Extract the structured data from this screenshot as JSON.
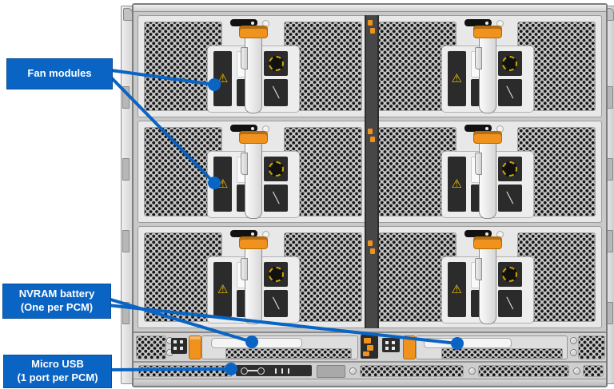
{
  "callouts": {
    "fan_modules": {
      "label": "Fan modules"
    },
    "nvram_battery": {
      "line1": "NVRAM battery",
      "line2": "(One per PCM)"
    },
    "micro_usb": {
      "line1": "Micro USB",
      "line2": "(1 port per PCM)"
    }
  },
  "hardware": {
    "fan_module_count": 6,
    "grid": {
      "rows": 3,
      "cols": 2
    },
    "pcm_count": 2
  },
  "colors": {
    "callout_blue": "#0a64c4",
    "latch_orange": "#f0921e",
    "chassis_light": "#e8e8e8",
    "panel_dark": "#2b2b2b",
    "warning_yellow": "#f3c300",
    "alert_red": "#d01f26"
  }
}
